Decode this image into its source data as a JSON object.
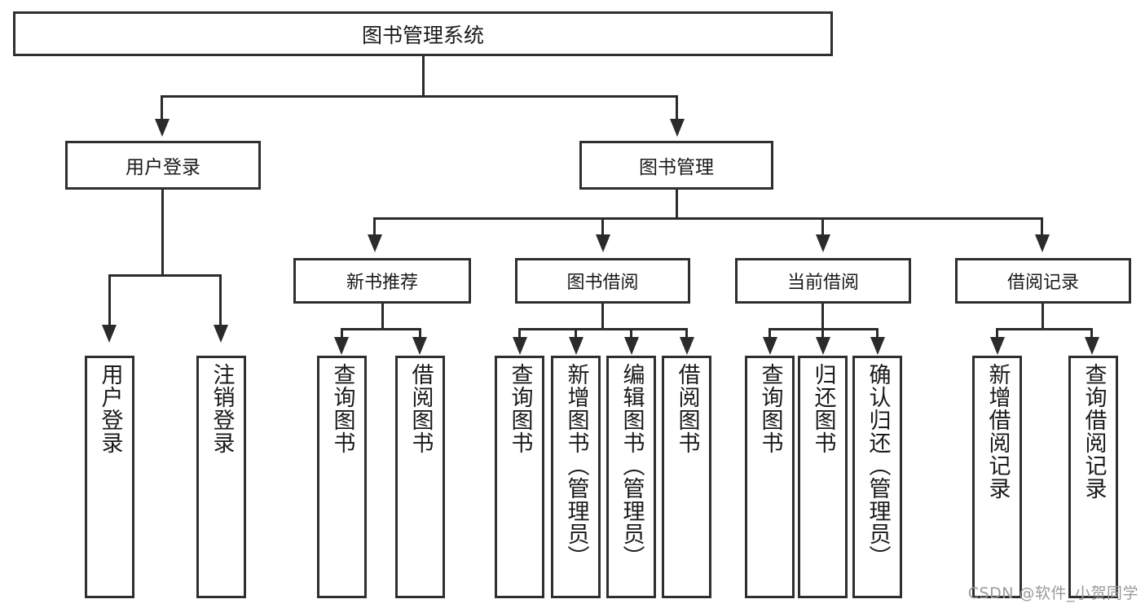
{
  "diagram": {
    "title": "图书管理系统",
    "root": {
      "label": "图书管理系统"
    },
    "level1": [
      {
        "label": "用户登录"
      },
      {
        "label": "图书管理"
      }
    ],
    "level2": [
      {
        "label": "新书推荐"
      },
      {
        "label": "图书借阅"
      },
      {
        "label": "当前借阅"
      },
      {
        "label": "借阅记录"
      }
    ],
    "leaves": {
      "user_login": [
        {
          "label": "用户登录"
        },
        {
          "label": "注销登录"
        }
      ],
      "new_book_recommend": [
        {
          "label": "查询图书"
        },
        {
          "label": "借阅图书"
        }
      ],
      "book_borrow": [
        {
          "label": "查询图书"
        },
        {
          "label": "新增图书（管理员）"
        },
        {
          "label": "编辑图书（管理员）"
        },
        {
          "label": "借阅图书"
        }
      ],
      "current_borrow": [
        {
          "label": "查询图书"
        },
        {
          "label": "归还图书"
        },
        {
          "label": "确认归还（管理员）"
        }
      ],
      "borrow_record": [
        {
          "label": "新增借阅记录"
        },
        {
          "label": "查询借阅记录"
        }
      ]
    }
  },
  "watermark": {
    "text": "CSDN @软件_小贺同学"
  },
  "colors": {
    "box_border": "#2f2f2f",
    "line": "#2b2b2b",
    "background": "#ffffff",
    "watermark": "#9a9a9a"
  }
}
